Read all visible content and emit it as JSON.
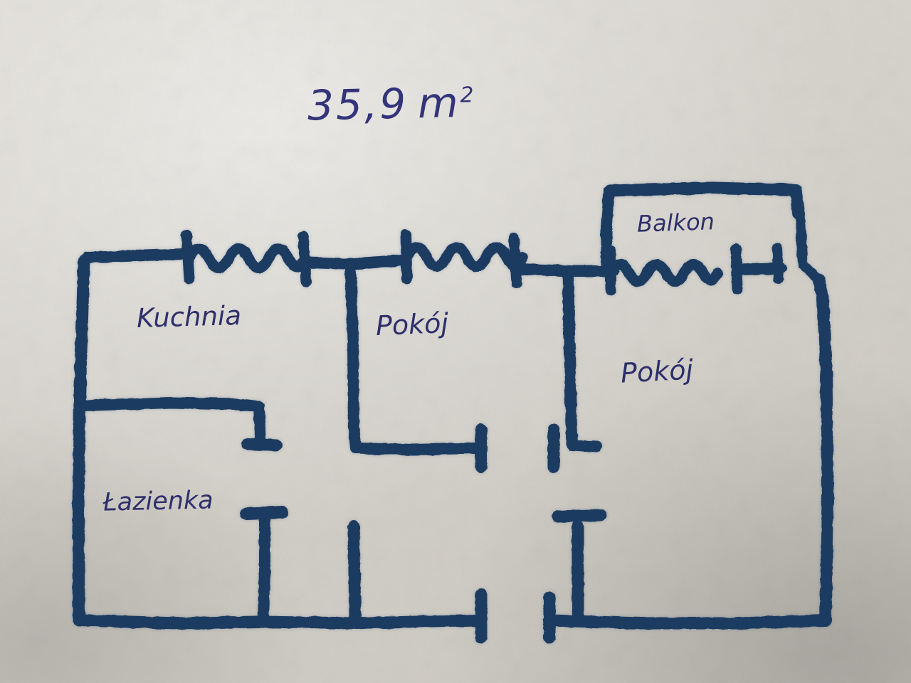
{
  "sketch": {
    "medium": "hand-drawn ink on paper",
    "title": {
      "area_value": "35,9",
      "area_unit": "m",
      "area_exponent": "2",
      "full_text": "35,9 m²"
    },
    "ink_color": "#1f3a60",
    "text_ink_color": "#2e2f6b",
    "paper_color": "#d9d6cf"
  },
  "rooms": [
    {
      "id": "kuchnia",
      "label": "Kuchnia",
      "meaning": "kitchen"
    },
    {
      "id": "pokoj1",
      "label": "Pokój",
      "meaning": "room"
    },
    {
      "id": "pokoj2",
      "label": "Pokój",
      "meaning": "room"
    },
    {
      "id": "lazienka",
      "label": "Łazienka",
      "meaning": "bathroom"
    },
    {
      "id": "balkon",
      "label": "Balkon",
      "meaning": "balcony"
    }
  ],
  "features": {
    "windows": [
      {
        "id": "window-kuchnia",
        "wall": "top",
        "room": "kuchnia"
      },
      {
        "id": "window-pokoj1",
        "wall": "top",
        "room": "pokoj1"
      },
      {
        "id": "window-balkon",
        "wall": "top",
        "room": "pokoj2"
      }
    ],
    "door_openings": [
      {
        "id": "door-lazienka"
      },
      {
        "id": "door-kuchnia"
      },
      {
        "id": "door-pokoj1"
      },
      {
        "id": "door-pokoj2"
      },
      {
        "id": "door-entry"
      }
    ]
  }
}
